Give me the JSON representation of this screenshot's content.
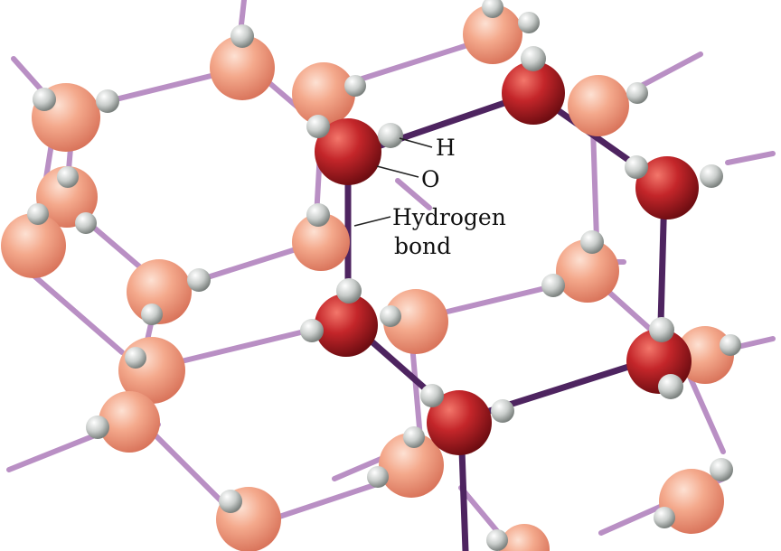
{
  "diagram": {
    "labels": {
      "hydrogen": "H",
      "oxygen": "O",
      "bond_line1": "Hydrogen",
      "bond_line2": "bond"
    },
    "colors": {
      "background": "#ffffff",
      "oxygen_highlight": "#c4262a",
      "oxygen_pale": "#f2a487",
      "hydrogen": "#c9cdcb",
      "bond_pale": "#b98fc4",
      "bond_dark": "#4e2460"
    }
  }
}
